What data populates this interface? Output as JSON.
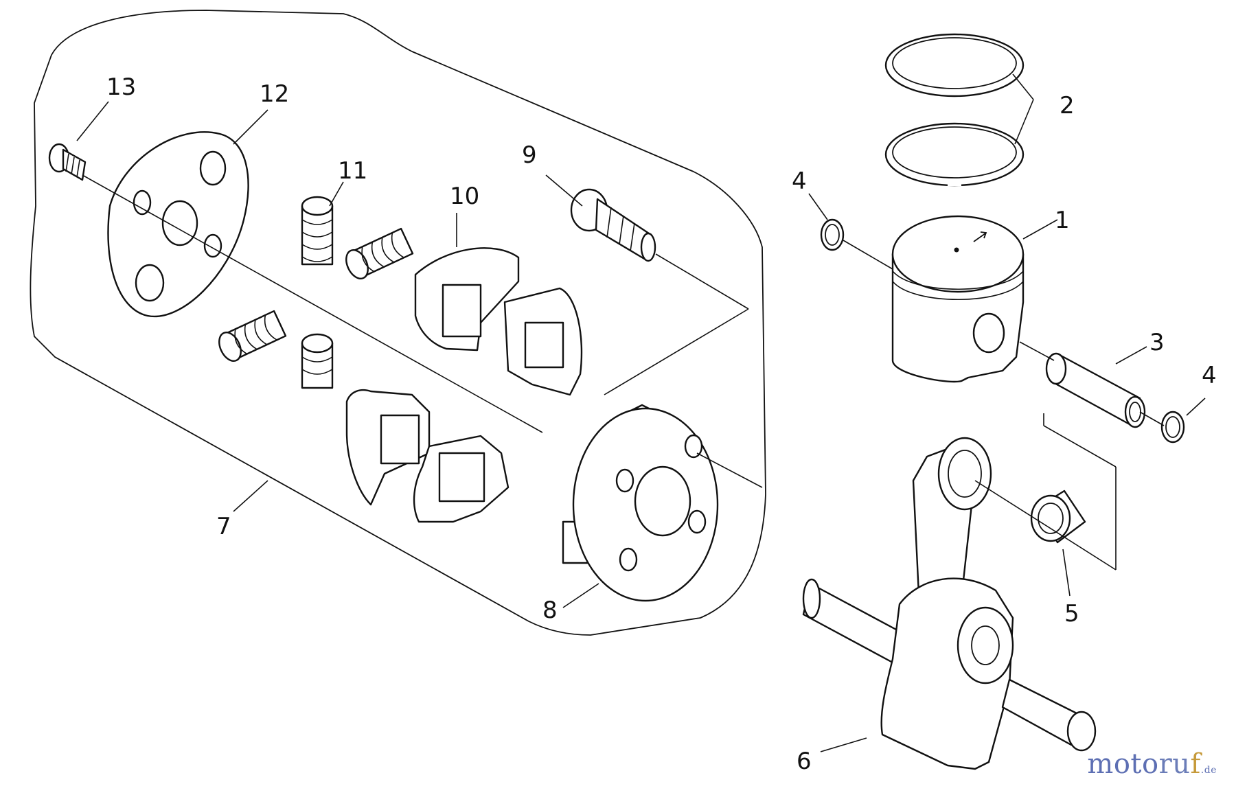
{
  "diagram": {
    "callouts": [
      "1",
      "2",
      "3",
      "4",
      "4",
      "5",
      "6",
      "7",
      "8",
      "9",
      "10",
      "11",
      "12",
      "13"
    ],
    "watermark": {
      "part_a": "moto",
      "part_b": "ru",
      "part_c": "f",
      "tld": ".de"
    }
  }
}
